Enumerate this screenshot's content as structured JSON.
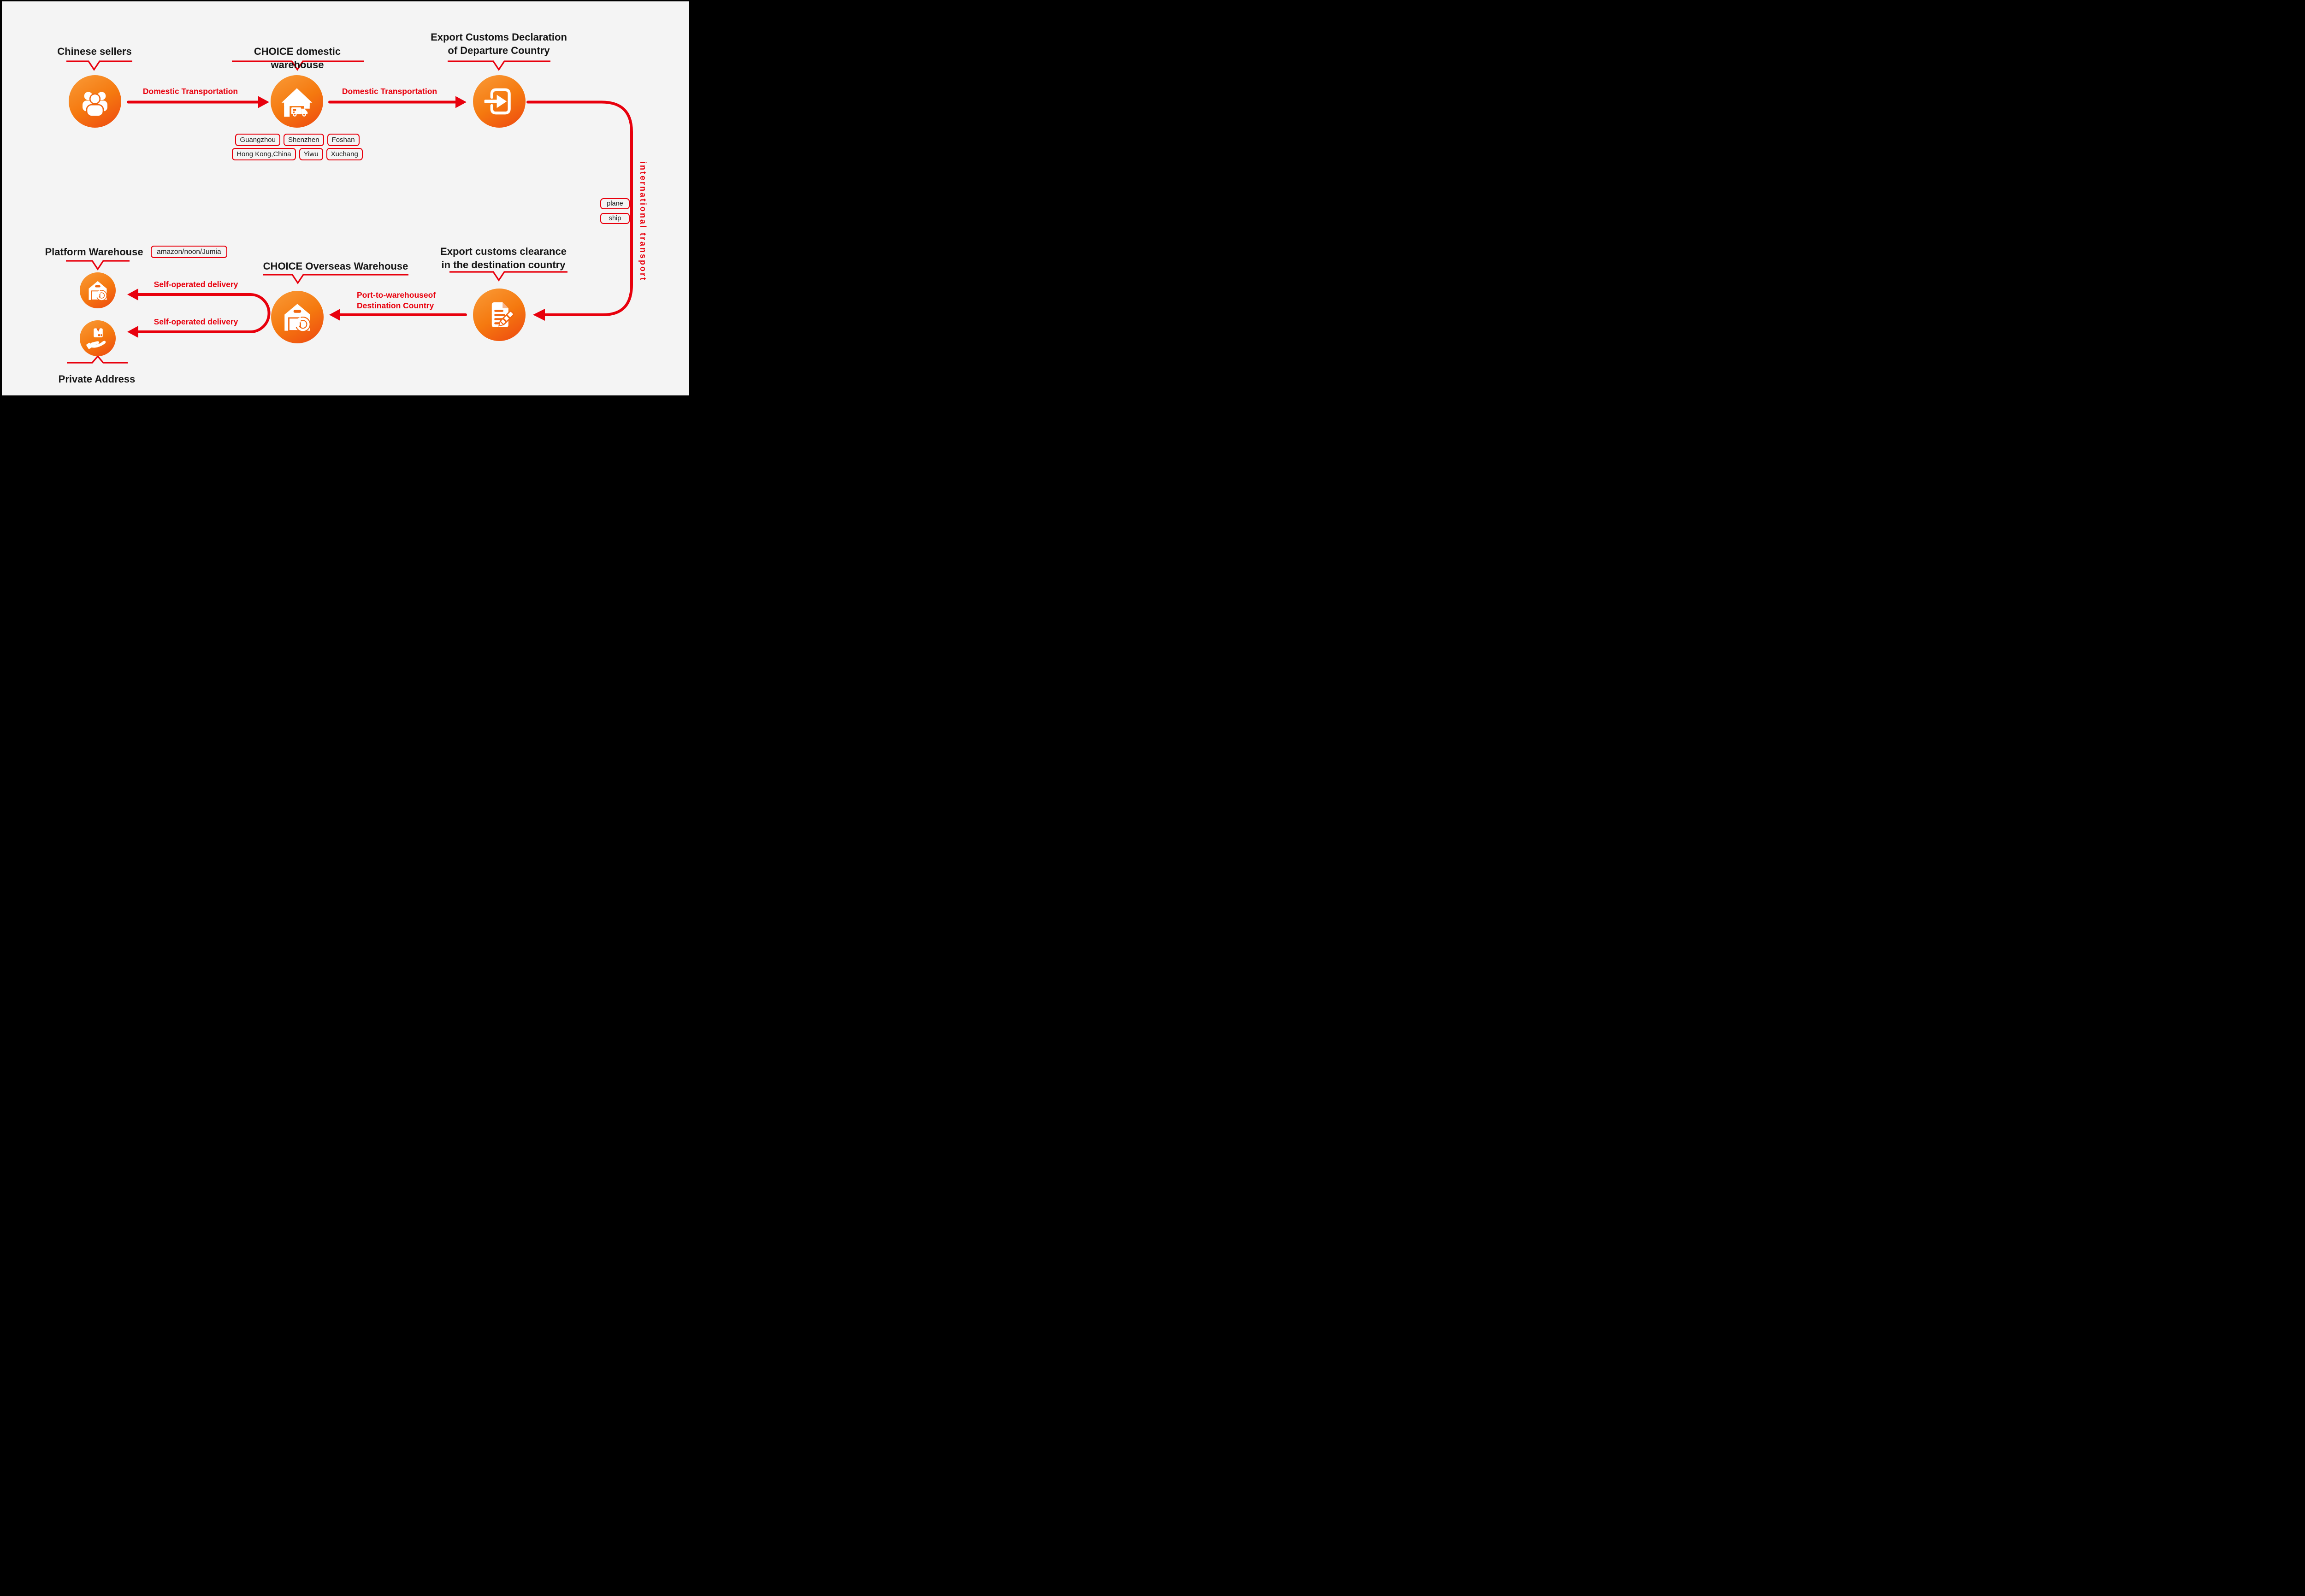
{
  "colors": {
    "background": "#f4f4f4",
    "frame": "#000000",
    "red": "#e8000d",
    "orange_light": "#f99b38",
    "orange_deep": "#ee4711",
    "icon_accent": "#f2660f"
  },
  "nodes": {
    "sellers": {
      "title": "Chinese sellers"
    },
    "domestic_warehouse": {
      "title": "CHOICE domestic warehouse",
      "cities": [
        "Guangzhou",
        "Shenzhen",
        "Foshan",
        "Hong Kong,China",
        "Yiwu",
        "Xuchang"
      ]
    },
    "export_declaration": {
      "title_line1": "Export Customs Declaration",
      "title_line2": "of Departure Country"
    },
    "customs_clearance": {
      "title_line1": "Export customs clearance",
      "title_line2": "in the destination country"
    },
    "overseas_warehouse": {
      "title": "CHOICE Overseas Warehouse"
    },
    "platform_warehouse": {
      "title": "Platform Warehouse",
      "tag": "amazon/noon/Jumia"
    },
    "private_address": {
      "title": "Private Address"
    }
  },
  "edges": {
    "domestic_transport_1": "Domestic Transportation",
    "domestic_transport_2": "Domestic Transportation",
    "international_transport": "international transport",
    "transport_mode_plane": "plane",
    "transport_mode_ship": "ship",
    "port_to_warehouse_line1": "Port-to-warehouseof",
    "port_to_warehouse_line2": "Destination Country",
    "self_operated_1": "Self-operated delivery",
    "self_operated_2": "Self-operated delivery"
  }
}
